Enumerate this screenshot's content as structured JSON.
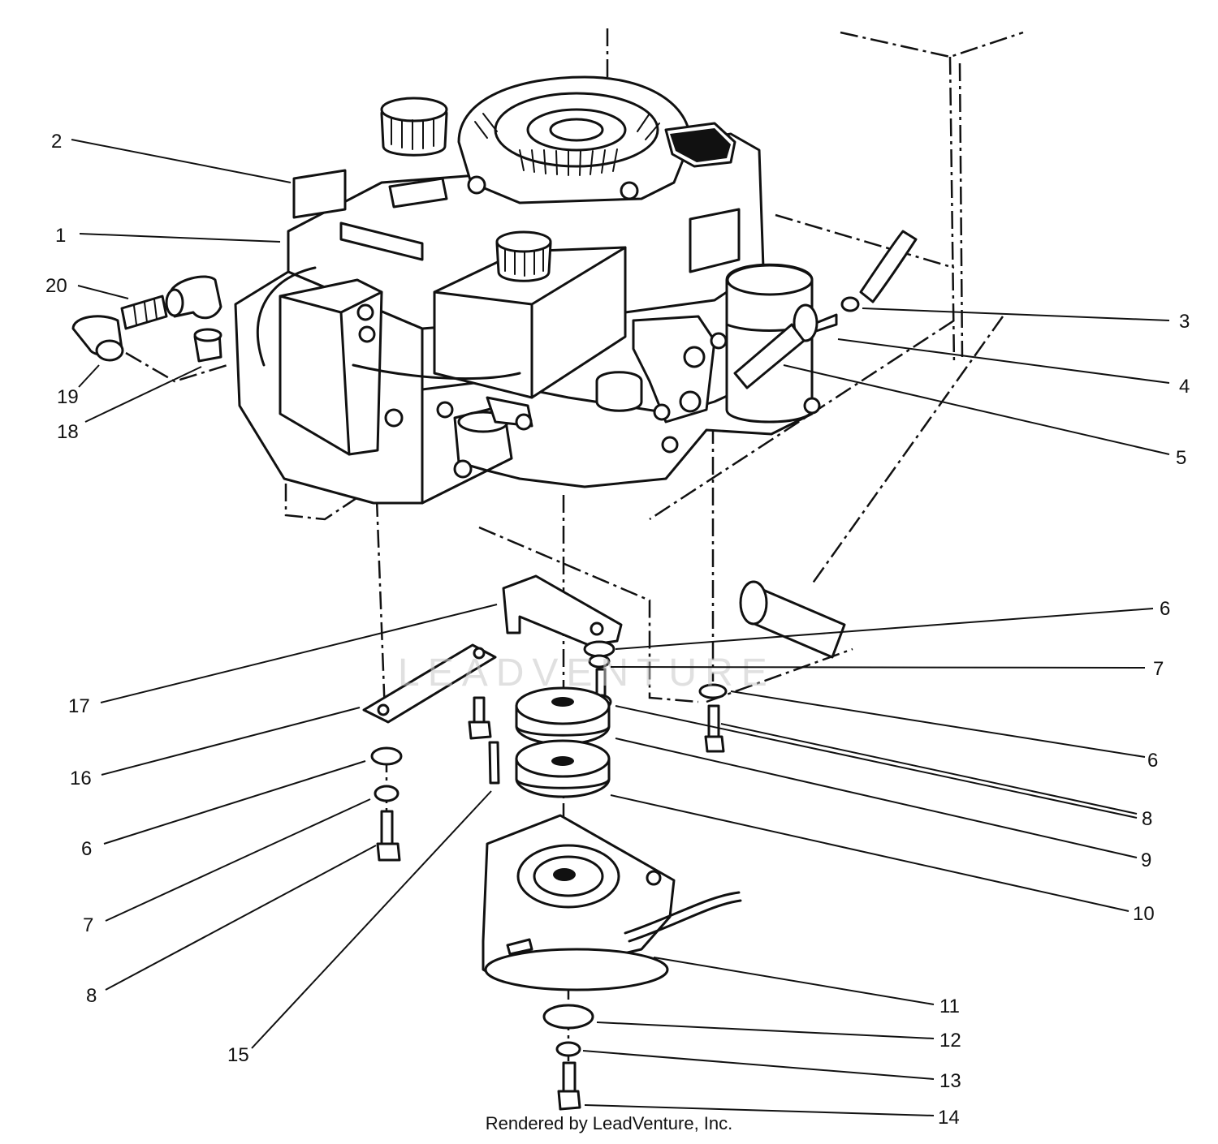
{
  "watermark": "LEADVENTURE",
  "credit": "Rendered by LeadVenture, Inc.",
  "callouts": [
    {
      "id": "c1",
      "label": "1"
    },
    {
      "id": "c2",
      "label": "2"
    },
    {
      "id": "c3",
      "label": "3"
    },
    {
      "id": "c4",
      "label": "4"
    },
    {
      "id": "c5",
      "label": "5"
    },
    {
      "id": "c6a",
      "label": "6"
    },
    {
      "id": "c7a",
      "label": "7"
    },
    {
      "id": "c6b",
      "label": "6"
    },
    {
      "id": "c8a",
      "label": "8"
    },
    {
      "id": "c9",
      "label": "9"
    },
    {
      "id": "c10",
      "label": "10"
    },
    {
      "id": "c11",
      "label": "11"
    },
    {
      "id": "c12",
      "label": "12"
    },
    {
      "id": "c13",
      "label": "13"
    },
    {
      "id": "c14",
      "label": "14"
    },
    {
      "id": "c15",
      "label": "15"
    },
    {
      "id": "c8b",
      "label": "8"
    },
    {
      "id": "c7b",
      "label": "7"
    },
    {
      "id": "c6c",
      "label": "6"
    },
    {
      "id": "c16",
      "label": "16"
    },
    {
      "id": "c17",
      "label": "17"
    },
    {
      "id": "c18",
      "label": "18"
    },
    {
      "id": "c19",
      "label": "19"
    },
    {
      "id": "c20",
      "label": "20"
    }
  ]
}
